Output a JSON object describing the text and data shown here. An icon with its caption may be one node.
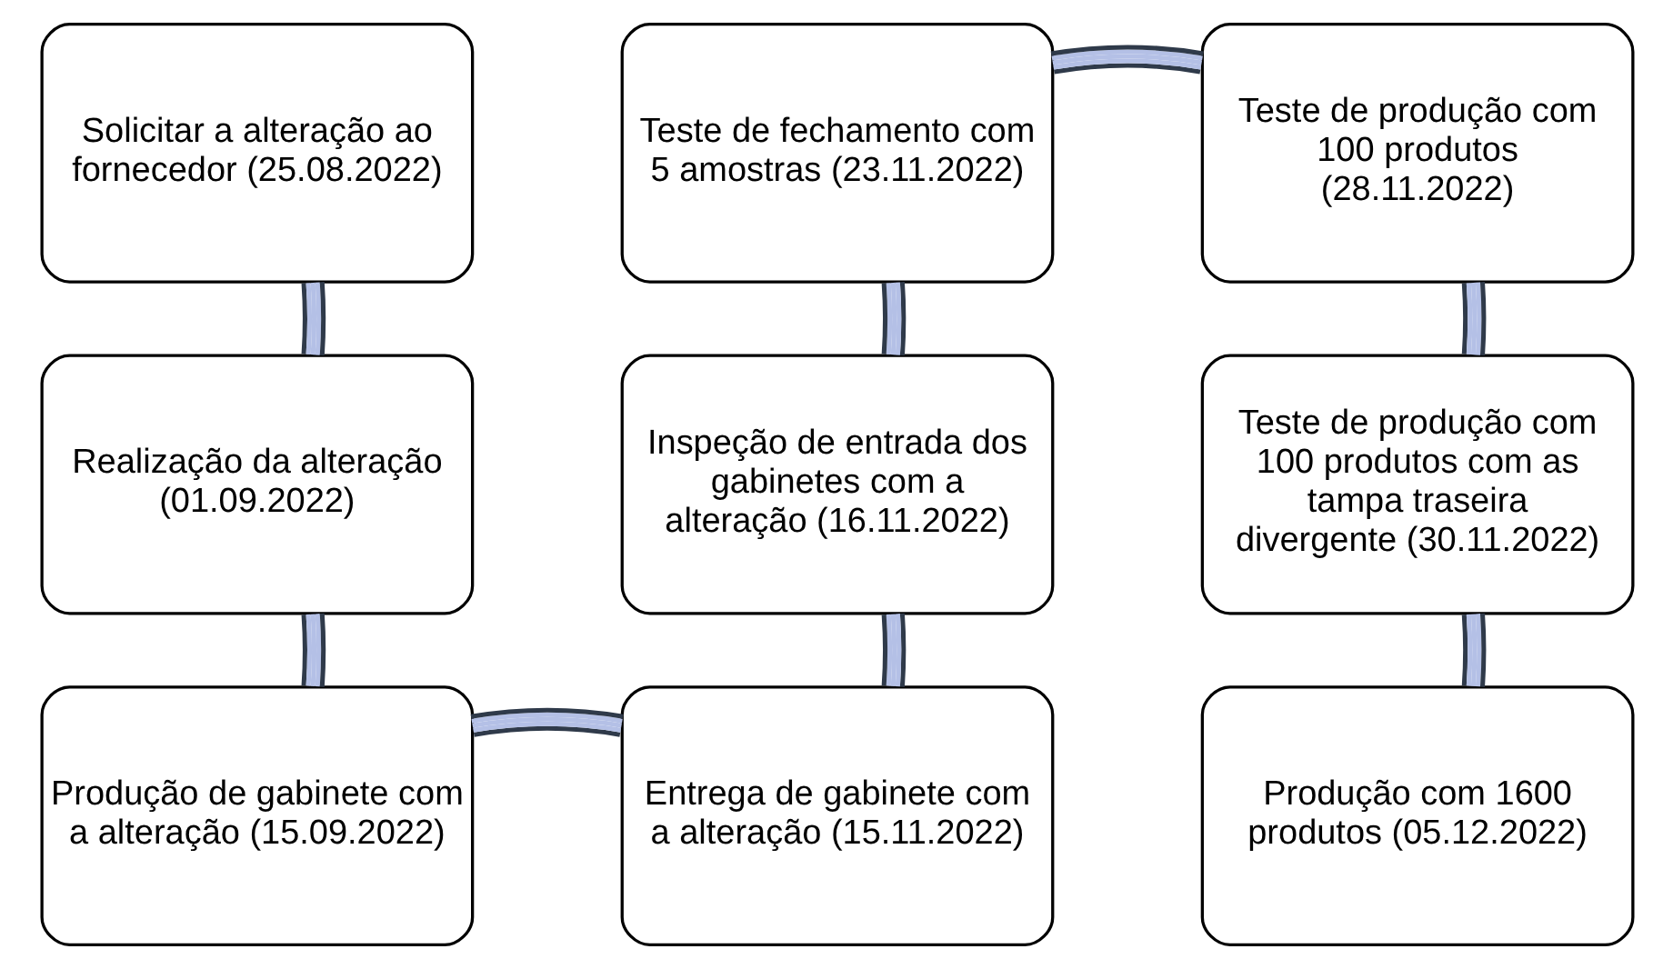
{
  "diagram": {
    "nodes": [
      {
        "text": [
          "Solicitar a alteração ao fornecedor (25.08.2022)"
        ]
      },
      {
        "text": [
          "Realização da alteração (01.09.2022)"
        ]
      },
      {
        "text": [
          "Produção de gabinete com a alteração (15.09.2022)"
        ]
      },
      {
        "text": [
          "Entrega de gabinete com a alteração (15.11.2022)"
        ]
      },
      {
        "text": [
          "Inspeção de entrada dos gabinetes com a alteração (16.11.2022)"
        ]
      },
      {
        "text": [
          "Teste de fechamento com 5 amostras (23.11.2022)"
        ]
      },
      {
        "text": [
          "Teste de produção com 100 produtos (28.11.2022)"
        ]
      },
      {
        "text": [
          "Teste de produção com 100 produtos com as tampa traseira divergente (30.11.2022)"
        ]
      },
      {
        "text": [
          "Produção com 1600 produtos (05.12.2022)"
        ]
      }
    ],
    "edges": [
      {
        "from": 0,
        "to": 1,
        "arrow": "none"
      },
      {
        "from": 1,
        "to": 2,
        "arrow": "none"
      },
      {
        "from": 2,
        "to": 3,
        "arrow": "none"
      },
      {
        "from": 3,
        "to": 4,
        "arrow": "none"
      },
      {
        "from": 4,
        "to": 5,
        "arrow": "none"
      },
      {
        "from": 5,
        "to": 6,
        "arrow": "none"
      },
      {
        "from": 6,
        "to": 7,
        "arrow": "none"
      },
      {
        "from": 7,
        "to": 8,
        "arrow": "none"
      }
    ]
  }
}
